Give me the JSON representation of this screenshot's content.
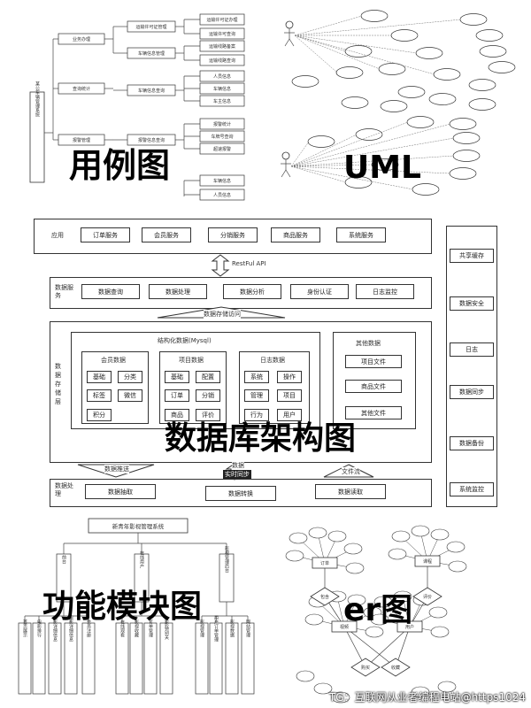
{
  "overlay_titles": {
    "use_case": "用例图",
    "uml": "UML",
    "db_arch": "数据库架构图",
    "function_module": "功能模块图",
    "er": "er图"
  },
  "use_case_diagram": {
    "root": "某公车辆管理系统",
    "level1": [
      "业务办理",
      "查询统计",
      "报警管理"
    ],
    "level2": [
      "运输许可证管理",
      "车辆信息管理",
      "车辆信息查询",
      "报警信息查询"
    ],
    "level3": [
      "运输许可证办理",
      "运输许可查询",
      "运输线路备案",
      "运输线路查询",
      "人员信息",
      "车辆信息",
      "车主信息",
      "报警统计",
      "车牌号查询",
      "超速报警",
      "车辆信息",
      "人员信息"
    ]
  },
  "architecture": {
    "app_layer_label": "应用",
    "app_services": [
      "订单服务",
      "会员服务",
      "分销服务",
      "商品服务",
      "系统服务"
    ],
    "api_label": "RestFul API",
    "data_service_label": "数据服务",
    "data_services": [
      "数据查询",
      "数据处理",
      "数据分析",
      "身份认证",
      "日志监控"
    ],
    "storage_access": "数据存储访问",
    "storage_layer_label": "数据存储层",
    "structured_title": "结构化数据(Mysql)",
    "groups": [
      {
        "title": "会员数据",
        "items": [
          "基础",
          "分类",
          "标签",
          "微信",
          "积分"
        ]
      },
      {
        "title": "项目数据",
        "items": [
          "基础",
          "配置",
          "订单",
          "分销",
          "商品",
          "评价"
        ]
      },
      {
        "title": "日志数据",
        "items": [
          "系统",
          "操作",
          "管理",
          "项目",
          "行为",
          "用户"
        ]
      }
    ],
    "other_title": "其他数据",
    "other_items": [
      "项目文件",
      "商品文件",
      "其他文件"
    ],
    "push_label": "数据推送",
    "data_label": "数据",
    "realtime_label": "实时同步",
    "file_stream": "文件流",
    "processing_label": "数据处理",
    "processing_items": [
      "数据抽取",
      "数据转换",
      "数据读取"
    ],
    "right_items": [
      "共享缓存",
      "数据安全",
      "日志",
      "数据同步",
      "数据备份",
      "系统监控"
    ]
  },
  "function_module_diagram": {
    "root": "新青年影视管理系统",
    "branches": [
      "前台",
      "在线用户",
      "影视管理后台"
    ],
    "leaves": [
      "首页展示",
      "电影排行",
      "电影详细信息",
      "电影详细信息",
      "会员注册",
      "在线观看",
      "影视收藏",
      "订单管理",
      "影影特别关",
      "影视管理",
      "用户订单管理",
      "影视数据",
      "网站管理"
    ]
  },
  "er_diagram": {
    "entities": [
      "订单",
      "课程",
      "视频",
      "用户"
    ],
    "relations": [
      "包含",
      "评价",
      "购买",
      "收藏"
    ]
  },
  "watermark": "TG：互联网从业者编程电站@https1024"
}
